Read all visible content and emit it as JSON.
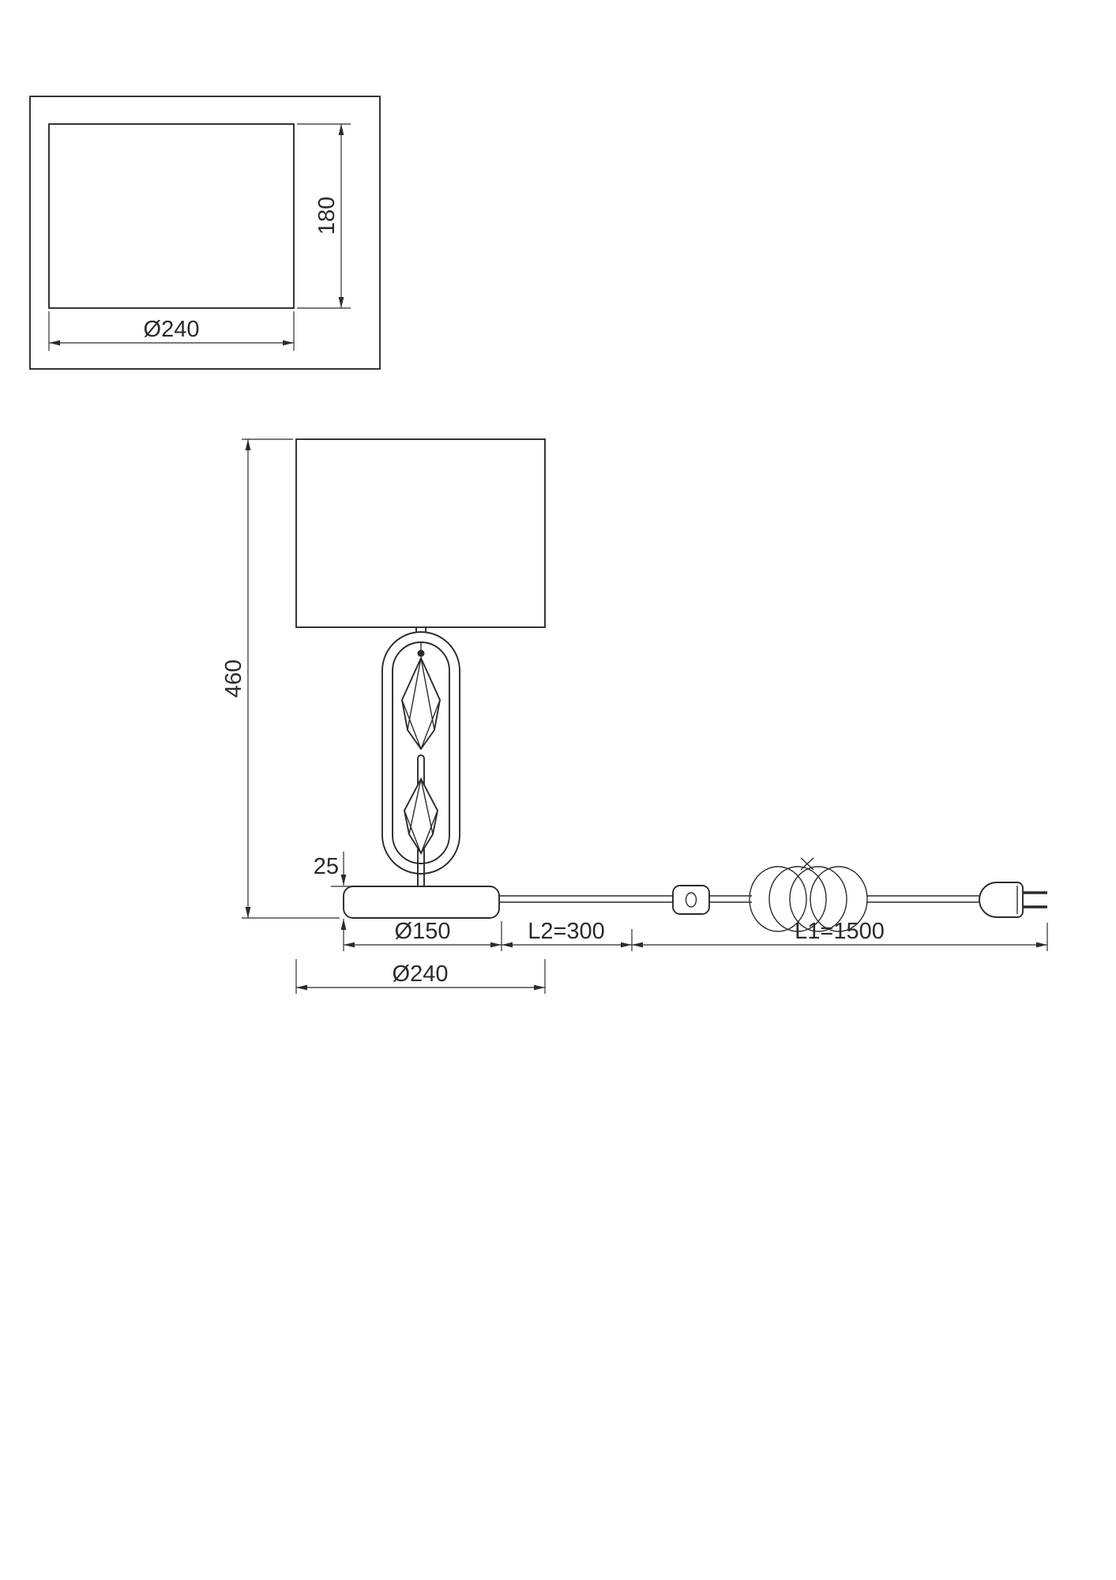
{
  "style": {
    "line_color": "#2b2b2b",
    "background": "#ffffff"
  },
  "top_view": {
    "shade_height_label": "180",
    "shade_diameter_label": "Ø240"
  },
  "front_view": {
    "total_height_label": "460",
    "base_thickness_label": "25",
    "base_diameter_label": "Ø150",
    "cord_to_switch_label": "L2=300",
    "cord_to_plug_label": "L1=1500",
    "shade_diameter_label": "Ø240"
  }
}
